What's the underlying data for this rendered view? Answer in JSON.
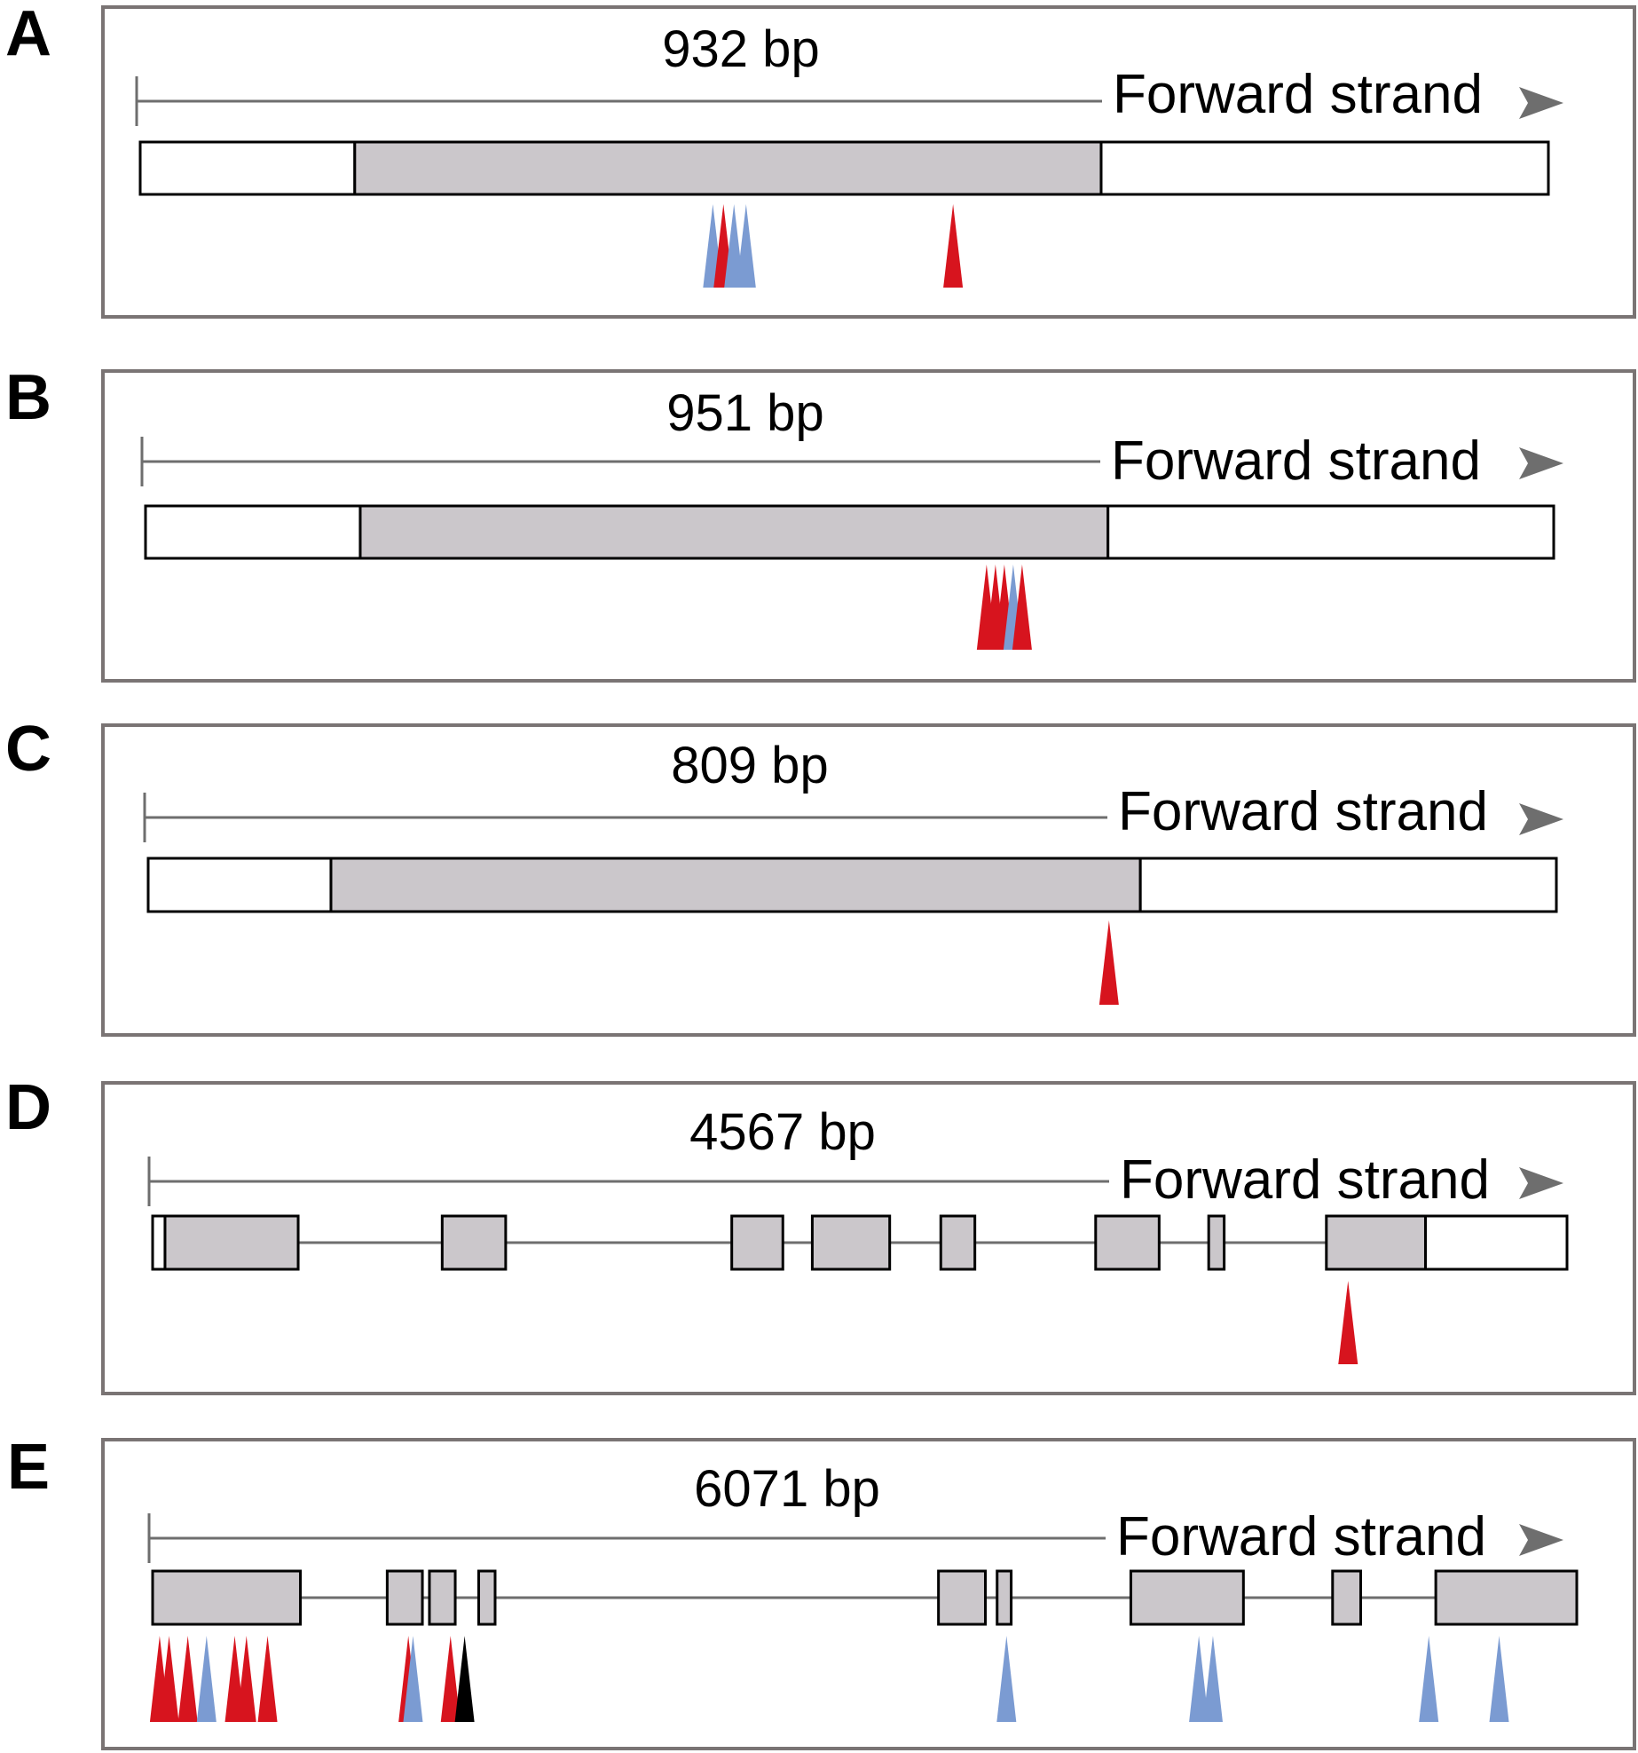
{
  "colors": {
    "panel_border": "#7a7474",
    "axis": "#6e6e6e",
    "exon_fill": "#cbc7cb",
    "utr_fill": "#ffffff",
    "red": "#d7141e",
    "blue": "#7b9bd2",
    "black": "#000000"
  },
  "panels": [
    {
      "label": "A",
      "length_bp": 932,
      "length_text": "932 bp",
      "strand_text": "Forward strand",
      "exons": [
        {
          "start": 0,
          "end": 142,
          "kind": "utr"
        },
        {
          "start": 142,
          "end": 636,
          "kind": "cds"
        },
        {
          "start": 636,
          "end": 932,
          "kind": "utr"
        }
      ],
      "variants": [
        {
          "pos": 379,
          "color": "blue"
        },
        {
          "pos": 386,
          "color": "red"
        },
        {
          "pos": 393,
          "color": "blue"
        },
        {
          "pos": 401,
          "color": "blue"
        },
        {
          "pos": 538,
          "color": "red"
        }
      ]
    },
    {
      "label": "B",
      "length_bp": 951,
      "length_text": "951 bp",
      "strand_text": "Forward strand",
      "exons": [
        {
          "start": 0,
          "end": 145,
          "kind": "utr"
        },
        {
          "start": 145,
          "end": 650,
          "kind": "cds"
        },
        {
          "start": 650,
          "end": 951,
          "kind": "utr"
        }
      ],
      "variants": [
        {
          "pos": 568,
          "color": "red"
        },
        {
          "pos": 574,
          "color": "red"
        },
        {
          "pos": 580,
          "color": "red"
        },
        {
          "pos": 586,
          "color": "blue"
        },
        {
          "pos": 592,
          "color": "red"
        }
      ]
    },
    {
      "label": "C",
      "length_bp": 809,
      "length_text": "809 bp",
      "strand_text": "Forward strand",
      "exons": [
        {
          "start": 0,
          "end": 105,
          "kind": "utr"
        },
        {
          "start": 105,
          "end": 570,
          "kind": "cds"
        },
        {
          "start": 570,
          "end": 809,
          "kind": "utr"
        }
      ],
      "variants": [
        {
          "pos": 552,
          "color": "red"
        }
      ]
    },
    {
      "label": "D",
      "length_bp": 4567,
      "length_text": "4567 bp",
      "strand_text": "Forward strand",
      "exons": [
        {
          "start": 0,
          "end": 40,
          "kind": "utr"
        },
        {
          "start": 40,
          "end": 470,
          "kind": "cds"
        },
        {
          "start": 935,
          "end": 1140,
          "kind": "cds"
        },
        {
          "start": 1870,
          "end": 2035,
          "kind": "cds"
        },
        {
          "start": 2130,
          "end": 2380,
          "kind": "cds"
        },
        {
          "start": 2545,
          "end": 2655,
          "kind": "cds"
        },
        {
          "start": 3045,
          "end": 3250,
          "kind": "cds"
        },
        {
          "start": 3410,
          "end": 3460,
          "kind": "cds"
        },
        {
          "start": 3790,
          "end": 4110,
          "kind": "cds"
        },
        {
          "start": 4110,
          "end": 4567,
          "kind": "utr"
        }
      ],
      "variants": [
        {
          "pos": 3860,
          "color": "red"
        }
      ]
    },
    {
      "label": "E",
      "length_bp": 6071,
      "length_text": "6071 bp",
      "strand_text": "Forward strand",
      "exons": [
        {
          "start": 0,
          "end": 630,
          "kind": "cds"
        },
        {
          "start": 1000,
          "end": 1150,
          "kind": "cds"
        },
        {
          "start": 1180,
          "end": 1290,
          "kind": "cds"
        },
        {
          "start": 1390,
          "end": 1460,
          "kind": "cds"
        },
        {
          "start": 3350,
          "end": 3550,
          "kind": "cds"
        },
        {
          "start": 3600,
          "end": 3660,
          "kind": "cds"
        },
        {
          "start": 4170,
          "end": 4650,
          "kind": "cds"
        },
        {
          "start": 5030,
          "end": 5150,
          "kind": "cds"
        },
        {
          "start": 5470,
          "end": 6071,
          "kind": "cds"
        }
      ],
      "variants": [
        {
          "pos": 30,
          "color": "red"
        },
        {
          "pos": 70,
          "color": "red"
        },
        {
          "pos": 150,
          "color": "red"
        },
        {
          "pos": 230,
          "color": "blue"
        },
        {
          "pos": 350,
          "color": "red"
        },
        {
          "pos": 400,
          "color": "red"
        },
        {
          "pos": 490,
          "color": "red"
        },
        {
          "pos": 1090,
          "color": "red"
        },
        {
          "pos": 1110,
          "color": "blue"
        },
        {
          "pos": 1270,
          "color": "red"
        },
        {
          "pos": 1330,
          "color": "black"
        },
        {
          "pos": 3640,
          "color": "blue"
        },
        {
          "pos": 4460,
          "color": "blue"
        },
        {
          "pos": 4520,
          "color": "blue"
        },
        {
          "pos": 5440,
          "color": "blue"
        },
        {
          "pos": 5740,
          "color": "blue"
        }
      ]
    }
  ]
}
